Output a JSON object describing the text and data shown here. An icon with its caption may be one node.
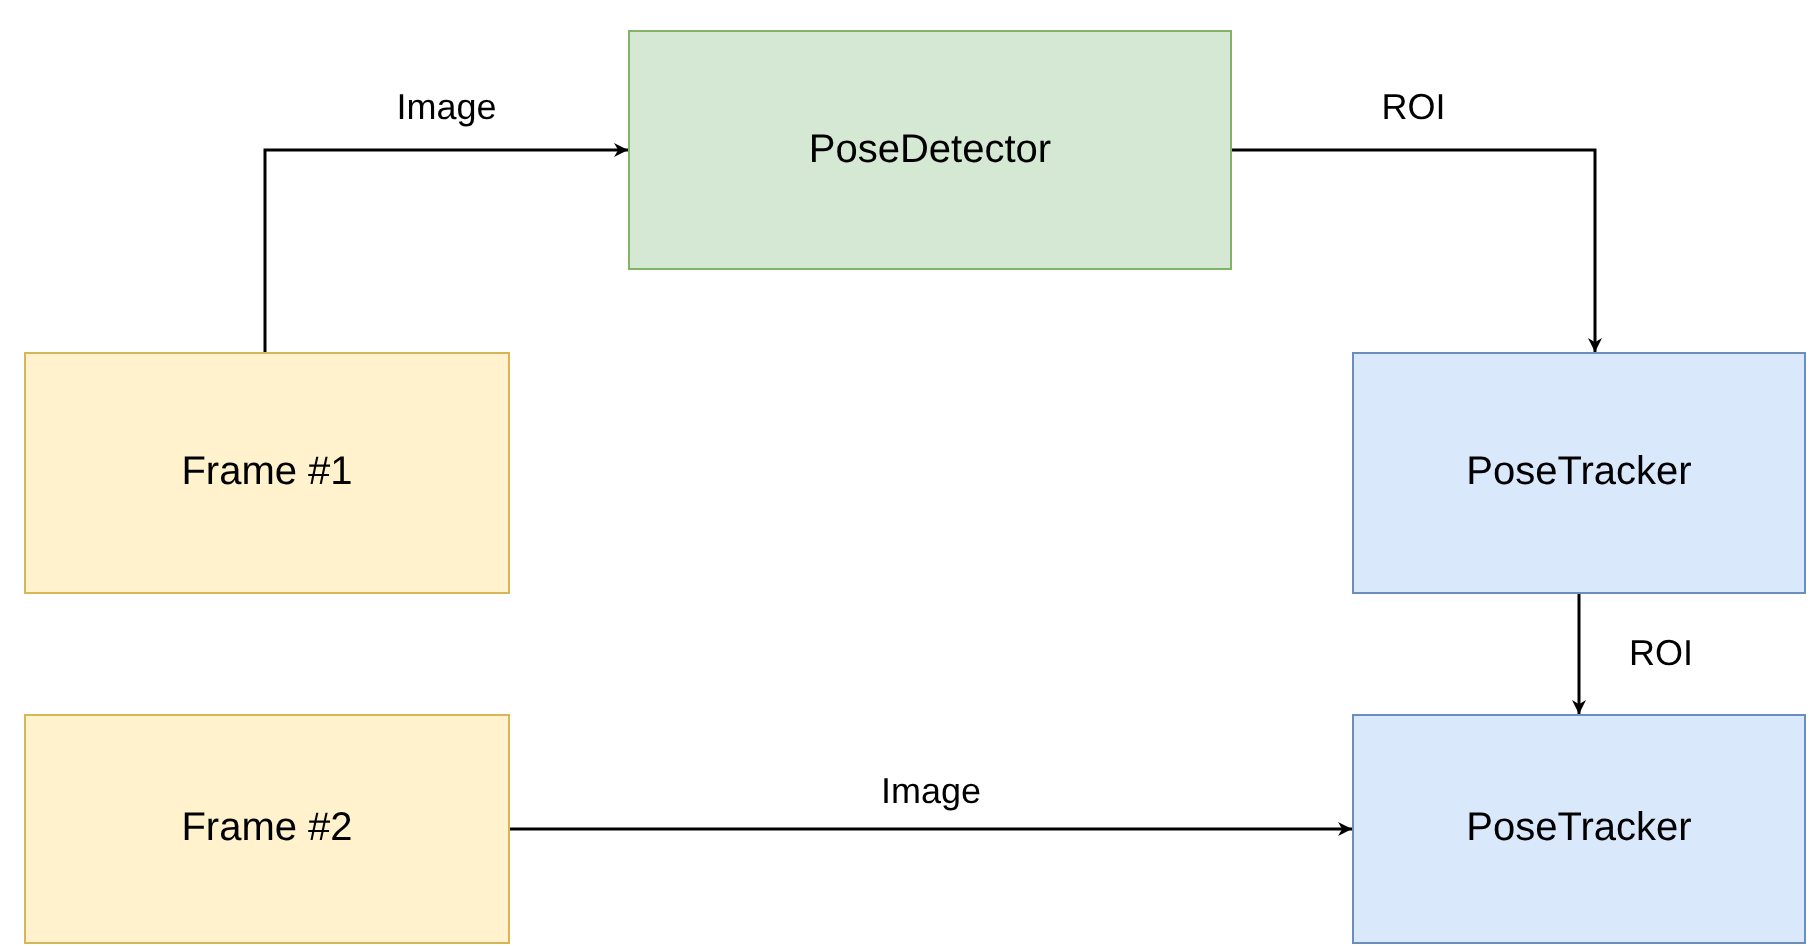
{
  "diagram": {
    "nodes": [
      {
        "text": [
          "PoseDetector"
        ]
      },
      {
        "text": [
          "Frame #1"
        ]
      },
      {
        "text": [
          "PoseTracker"
        ]
      },
      {
        "text": [
          "Frame #2"
        ]
      },
      {
        "text": [
          "PoseTracker"
        ]
      }
    ],
    "edges": [
      {
        "from": 1,
        "to": 0,
        "arrow": "to",
        "label": "Image"
      },
      {
        "from": 0,
        "to": 2,
        "arrow": "to",
        "label": "ROI"
      },
      {
        "from": 2,
        "to": 4,
        "arrow": "to",
        "label": "ROI"
      },
      {
        "from": 3,
        "to": 4,
        "arrow": "to",
        "label": "Image"
      }
    ]
  }
}
